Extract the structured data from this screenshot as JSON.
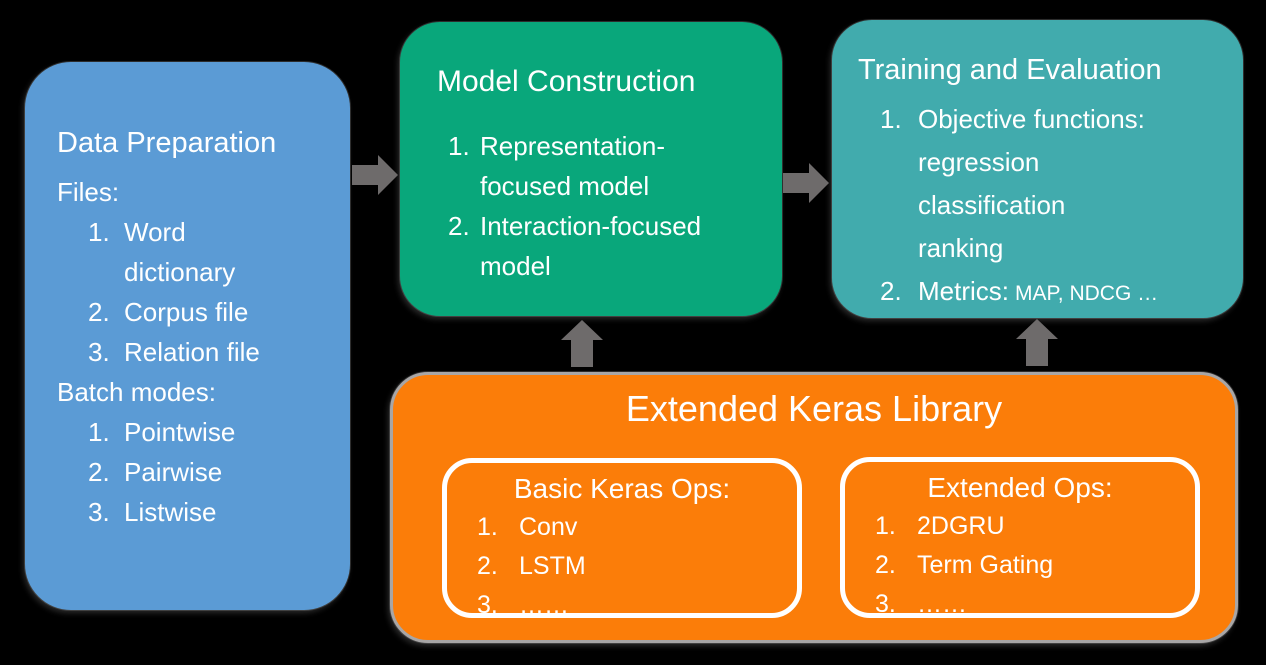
{
  "colors": {
    "background": "#000000",
    "blue": "#5B9BD5",
    "green": "#09A77B",
    "teal": "#41ABAD",
    "orange": "#FB7D09",
    "orange_border": "#A8A6A6",
    "arrow": "#6E6B6B",
    "text": "#FFFFFF"
  },
  "boxes": {
    "data_preparation": {
      "title": "Data Preparation",
      "lines": [
        {
          "num": "",
          "text": "Files:"
        },
        {
          "num": "1.",
          "text": "Word"
        },
        {
          "num": "",
          "text": "dictionary"
        },
        {
          "num": "2.",
          "text": "Corpus file"
        },
        {
          "num": "3.",
          "text": "Relation file"
        },
        {
          "num": "",
          "text": "Batch modes:"
        },
        {
          "num": "1.",
          "text": "Pointwise"
        },
        {
          "num": "2.",
          "text": "Pairwise"
        },
        {
          "num": "3.",
          "text": "Listwise"
        }
      ]
    },
    "model_construction": {
      "title": "Model Construction",
      "lines": [
        {
          "num": "1.",
          "text": "Representation-"
        },
        {
          "num": "",
          "text": "focused model"
        },
        {
          "num": "2.",
          "text": "Interaction-focused"
        },
        {
          "num": "",
          "text": "model"
        }
      ]
    },
    "training_evaluation": {
      "title": "Training and Evaluation",
      "lines": [
        {
          "num": "1.",
          "text": "Objective functions:",
          "small": ""
        },
        {
          "num": "",
          "text": "regression",
          "small": ""
        },
        {
          "num": "",
          "text": "classification",
          "small": ""
        },
        {
          "num": "",
          "text": "ranking",
          "small": ""
        },
        {
          "num": "2.",
          "text": "Metrics:",
          "small": "MAP, NDCG …"
        }
      ]
    },
    "keras_library": {
      "title": "Extended Keras Library",
      "basic_ops": {
        "title": "Basic Keras Ops:",
        "items": [
          {
            "num": "1.",
            "text": "Conv"
          },
          {
            "num": "2.",
            "text": "LSTM"
          },
          {
            "num": "3.",
            "text": "……"
          }
        ]
      },
      "extended_ops": {
        "title": "Extended Ops:",
        "items": [
          {
            "num": "1.",
            "text": "2DGRU"
          },
          {
            "num": "2.",
            "text": "Term Gating"
          },
          {
            "num": "3.",
            "text": "……"
          }
        ]
      }
    }
  },
  "icons": {
    "arrow_data_to_model": "right-block-arrow",
    "arrow_model_to_training": "right-block-arrow",
    "arrow_keras_to_model": "up-block-arrow",
    "arrow_keras_to_training": "up-block-arrow"
  }
}
